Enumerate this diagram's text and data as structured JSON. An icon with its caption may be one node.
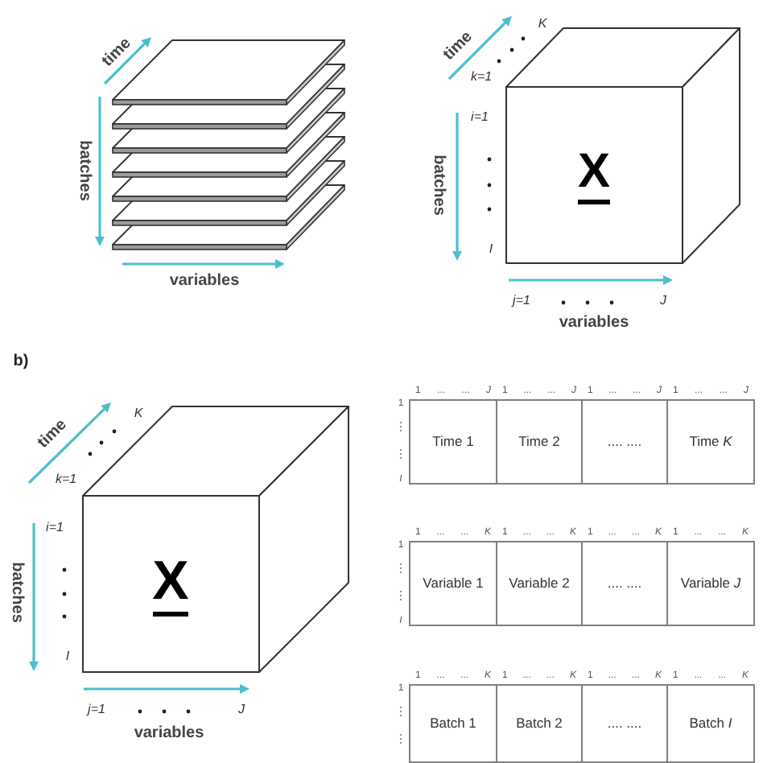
{
  "diagram": {
    "nodes": [
      {
        "text": [
          "X"
        ]
      },
      {
        "text": [
          "X"
        ]
      },
      {
        "text": [
          "Time 1"
        ],
        "beside": [
          "1 ... ... *J*"
        ]
      },
      {
        "text": [
          "Time 2"
        ],
        "beside": [
          "1 ... ... *J*"
        ]
      },
      {
        "text": [
          ".... ...."
        ],
        "beside": [
          "1 ... ... *J*"
        ]
      },
      {
        "text": [
          "Time *K*"
        ],
        "beside": [
          "1 ... ... *J*"
        ]
      },
      {
        "text": [
          "Variable 1"
        ],
        "beside": [
          "1 ... ... *K*"
        ]
      },
      {
        "text": [
          "Variable 2"
        ],
        "beside": [
          "1 ... ... *K*"
        ]
      },
      {
        "text": [
          ".... ...."
        ],
        "beside": [
          "1 ... ... *K*"
        ]
      },
      {
        "text": [
          "Variable *J*"
        ],
        "beside": [
          "1 ... ... *K*"
        ]
      },
      {
        "text": [
          "Batch 1"
        ],
        "beside": [
          "1 ... ... *K*"
        ]
      },
      {
        "text": [
          "Batch 2"
        ],
        "beside": [
          "1 ... ... *K*"
        ]
      },
      {
        "text": [
          ".... ...."
        ],
        "beside": [
          "1 ... ... *K*"
        ]
      },
      {
        "text": [
          "Batch *I*"
        ],
        "beside": [
          "1 ... ... *K*"
        ]
      }
    ],
    "labels": [
      "time",
      "batches",
      "variables",
      "K",
      "time",
      "k=1",
      "i=1",
      "batches",
      "I",
      "j=1",
      "J",
      "variables",
      "b)",
      "K",
      "time",
      "k=1",
      "i=1",
      "batches",
      "I",
      "j=1",
      "J",
      "variables",
      "1",
      "I",
      "1",
      "I",
      "1"
    ]
  }
}
